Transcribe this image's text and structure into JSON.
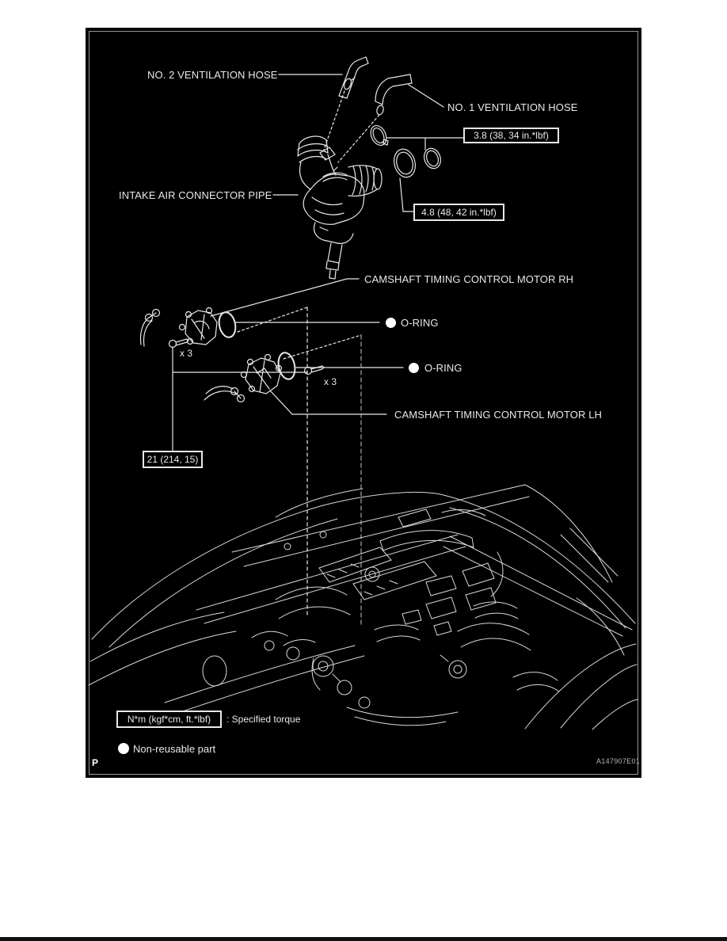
{
  "figure": {
    "code": "A147907E01",
    "page_marker": "P"
  },
  "labels": {
    "no2_hose": "NO. 2 VENTILATION HOSE",
    "no1_hose": "NO. 1 VENTILATION HOSE",
    "intake_pipe": "INTAKE AIR CONNECTOR PIPE",
    "motor_rh": "CAMSHAFT TIMING CONTROL MOTOR RH",
    "oring_rh": "O-RING",
    "oring_lh": "O-RING",
    "motor_lh": "CAMSHAFT TIMING CONTROL MOTOR LH",
    "x3_rh": "x 3",
    "x3_lh": "x 3"
  },
  "torques": {
    "clamp_no1_hose": "3.8 (38, 34 in.*lbf)",
    "clamp_connector": "4.8 (48, 42 in.*lbf)",
    "motor_bolts": "21 (214, 15)"
  },
  "legend": {
    "torque_unit": "N*m (kgf*cm, ft.*lbf)",
    "torque_desc": ": Specified torque",
    "non_reusable": "Non-reusable part"
  },
  "colors": {
    "background": "#000000",
    "line": "#e8e8e8",
    "page": "#ffffff"
  }
}
